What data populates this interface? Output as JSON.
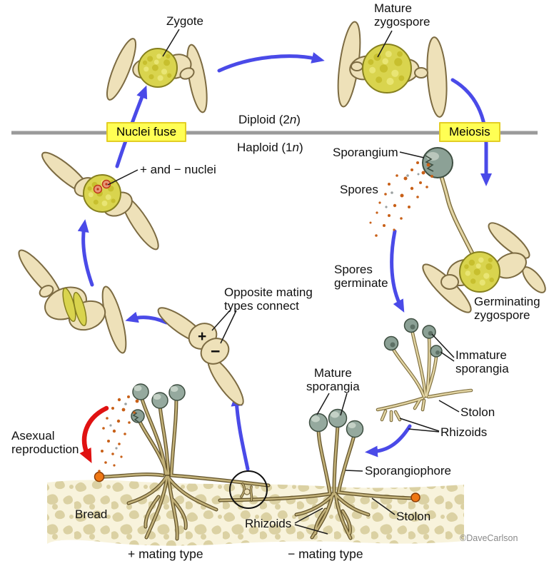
{
  "labels": {
    "zygote": "Zygote",
    "mature_zygospore": "Mature\nzygospore",
    "nuclei_fuse": "Nuclei fuse",
    "meiosis": "Meiosis",
    "diploid_prefix": "Diploid (2",
    "diploid_n": "n",
    "diploid_suffix": ")",
    "haploid_prefix": "Haploid (1",
    "haploid_n": "n",
    "haploid_suffix": ")",
    "sporangium": "Sporangium",
    "spores": "Spores",
    "spores_germinate": "Spores\ngerminate",
    "germinating_zygospore": "Germinating\nzygospore",
    "plus_minus_nuclei": "+ and − nuclei",
    "opposite_mating": "Opposite mating\ntypes connect",
    "immature_sporangia": "Immature\nsporangia",
    "stolon_upper": "Stolon",
    "rhizoids_upper": "Rhizoids",
    "mature_sporangia": "Mature\nsporangia",
    "sporangiophore": "Sporangiophore",
    "asexual_reproduction": "Asexual\nreproduction",
    "bread": "Bread",
    "rhizoids_lower": "Rhizoids",
    "stolon_lower": "Stolon",
    "plus_mating_type": "+ mating type",
    "minus_mating_type": "− mating type",
    "copyright": "©DaveCarlson",
    "plus_sign": "+",
    "minus_sign": "−"
  },
  "colors": {
    "arrow_blue": "#4a4ae8",
    "arrow_red": "#e01212",
    "label_box_bg": "#ffff54",
    "label_box_border": "#e3ce24",
    "ploidy_line_gray": "#9a9a9a",
    "hypha_beige": "#eee1b9",
    "hypha_outline": "#7c6b42",
    "zygospore_yellow": "#d9d44e",
    "sporangium_gray": "#92a79c",
    "spore_orange": "#c86018",
    "nucleus_salmon": "#e89878",
    "bread_base": "#f8f3dc",
    "bread_spot": "#dbd1a3"
  }
}
